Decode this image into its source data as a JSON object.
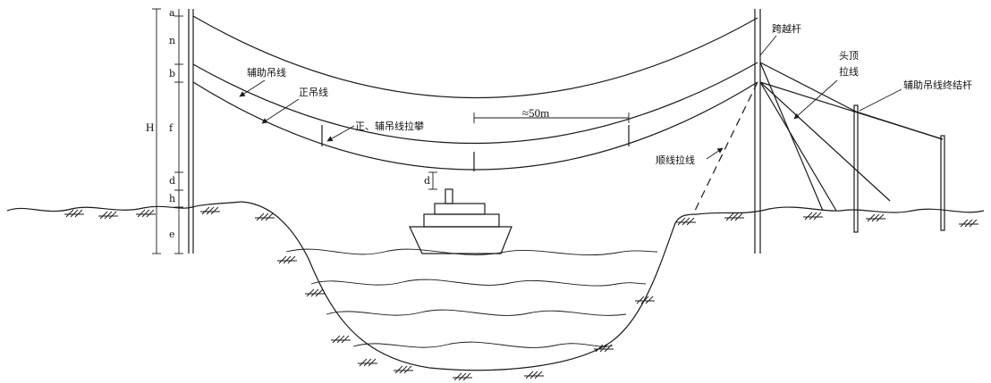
{
  "dim_labels": {
    "a": "a",
    "n": "n",
    "b": "b",
    "f": "f",
    "d": "d",
    "h": "h",
    "e": "e",
    "H": "H",
    "d_gap": "d"
  },
  "labels": {
    "aux_wire": "辅助吊线",
    "main_wire": "正吊线",
    "brace": "正、辅吊线拉攀",
    "span": "≈50m",
    "crossing_pole": "跨越杆",
    "head_guy_line1": "头顶",
    "head_guy_line2": "拉线",
    "aux_terminal_pole": "辅助吊线终结杆",
    "guy_along": "顺线拉线"
  },
  "colors": {
    "line": "#1a1a1a",
    "background": "#ffffff"
  }
}
